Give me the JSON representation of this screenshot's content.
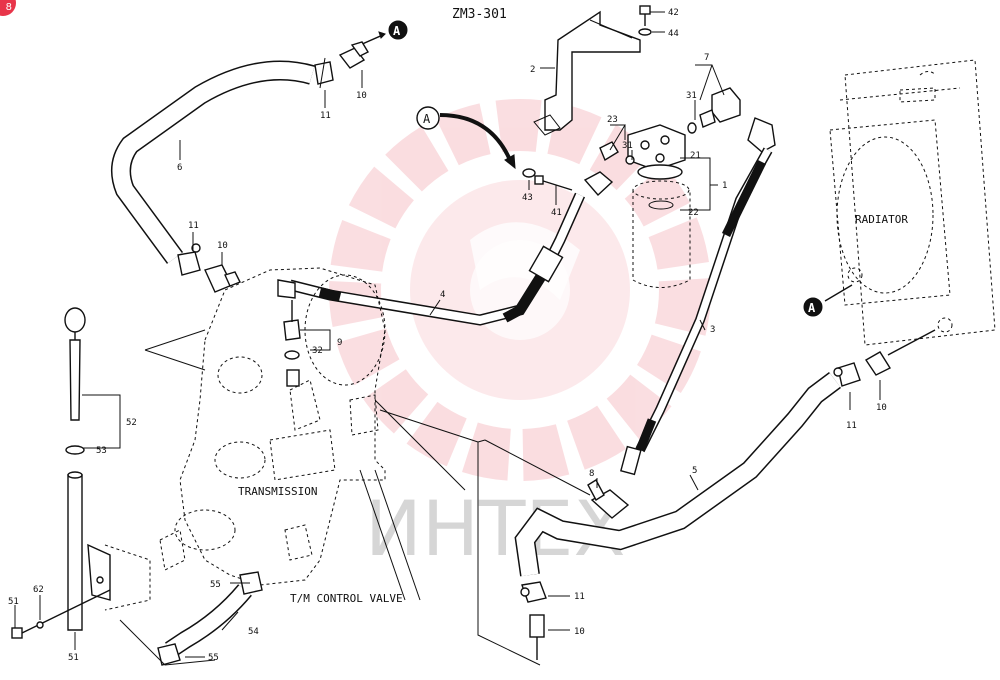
{
  "diagram": {
    "code": "ZM3-301",
    "callouts": {
      "radiator": "RADIATOR",
      "transmission": "TRANSMISSION",
      "control_valve": "T/M CONTROL VALVE"
    },
    "reference_marker": "A",
    "watermark_text": "ИНТЕХ",
    "corner_badge": "8",
    "parts": [
      {
        "id": "p42",
        "label": "42"
      },
      {
        "id": "p44",
        "label": "44"
      },
      {
        "id": "p7",
        "label": "7"
      },
      {
        "id": "p2",
        "label": "2"
      },
      {
        "id": "p31a",
        "label": "31"
      },
      {
        "id": "p23",
        "label": "23"
      },
      {
        "id": "p31b",
        "label": "31"
      },
      {
        "id": "p21",
        "label": "21"
      },
      {
        "id": "p1",
        "label": "1"
      },
      {
        "id": "p22",
        "label": "22"
      },
      {
        "id": "p43",
        "label": "43"
      },
      {
        "id": "p41",
        "label": "41"
      },
      {
        "id": "p10a",
        "label": "10"
      },
      {
        "id": "p11a",
        "label": "11"
      },
      {
        "id": "p6",
        "label": "6"
      },
      {
        "id": "p11b",
        "label": "11"
      },
      {
        "id": "p10b",
        "label": "10"
      },
      {
        "id": "p4",
        "label": "4"
      },
      {
        "id": "p9",
        "label": "9"
      },
      {
        "id": "p32",
        "label": "32"
      },
      {
        "id": "p3",
        "label": "3"
      },
      {
        "id": "p52",
        "label": "52"
      },
      {
        "id": "p53",
        "label": "53"
      },
      {
        "id": "p8",
        "label": "8"
      },
      {
        "id": "p5",
        "label": "5"
      },
      {
        "id": "p11c",
        "label": "11"
      },
      {
        "id": "p10c",
        "label": "10"
      },
      {
        "id": "p11d",
        "label": "11"
      },
      {
        "id": "p10d",
        "label": "10"
      },
      {
        "id": "p55a",
        "label": "55"
      },
      {
        "id": "p54",
        "label": "54"
      },
      {
        "id": "p55b",
        "label": "55"
      },
      {
        "id": "p51a",
        "label": "51"
      },
      {
        "id": "p62",
        "label": "62"
      },
      {
        "id": "p51b",
        "label": "51"
      }
    ]
  }
}
